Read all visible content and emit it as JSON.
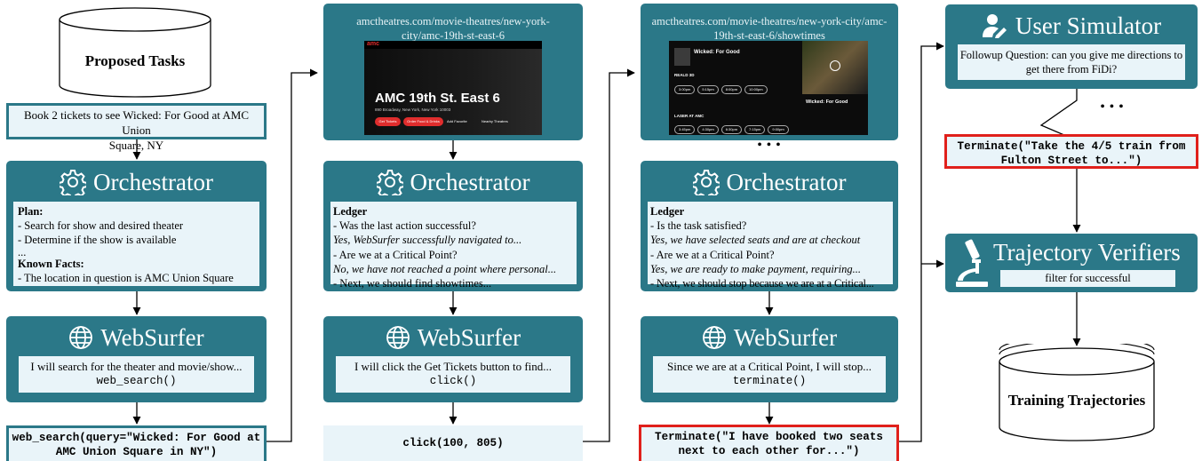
{
  "proposed_tasks": {
    "label": "Proposed Tasks"
  },
  "task": {
    "text_line1": "Book 2 tickets to see Wicked: For Good at AMC Union",
    "text_line2": "Square, NY"
  },
  "orchestrator_title": "Orchestrator",
  "websurfer_title": "WebSurfer",
  "col1": {
    "plan_label": "Plan:",
    "plan_lines": [
      "- Search for show and desired theater",
      "- Determine if the show is available",
      "..."
    ],
    "facts_label": "Known Facts:",
    "facts_lines": [
      "- The location in question is AMC Union Square"
    ],
    "websurfer_text": "I will search for the theater and movie/show...",
    "websurfer_code": "web_search()",
    "action_line1": "web_search(query=\"Wicked: For Good at",
    "action_line2": "AMC Union Square in NY\")"
  },
  "col2": {
    "url_line1": "amctheatres.com/movie-theatres/new-york-",
    "url_line2": "city/amc-19th-st-east-6",
    "screenshot": {
      "logo": "amc",
      "heading": "AMC 19th St. East 6",
      "address": "890 Broadway, New York, New York 10003",
      "btn1": "Get Tickets",
      "btn2": "Order Food & Drinks",
      "btn3": "Add Favorite",
      "btn4": "Nearby Theatres"
    },
    "ledger_label": "Ledger",
    "ledger_lines": [
      {
        "text": "- Was the last action successful?",
        "italic": false
      },
      {
        "text": "Yes, WebSurfer successfully navigated to...",
        "italic": true
      },
      {
        "text": "- Are we at a Critical Point?",
        "italic": false
      },
      {
        "text": "No, we have not reached a point where personal...",
        "italic": true
      },
      {
        "text": "- Next, we should find showtimes...",
        "italic": false
      }
    ],
    "websurfer_text": "I will click the Get Tickets button to find...",
    "websurfer_code": "click()",
    "action": "click(100, 805)"
  },
  "col3": {
    "url_line1": "amctheatres.com/movie-theatres/new-york-city/amc-",
    "url_line2": "19th-st-east-6/showtimes",
    "screenshot": {
      "movie_title": "Wicked: For Good",
      "format1": "REALD 3D",
      "format2": "LASER AT AMC",
      "times1": [
        "3:00pm",
        "5:15pm",
        "8:00pm",
        "10:00pm"
      ],
      "times2": [
        "3:45pm",
        "4:30pm",
        "6:30pm",
        "7:15pm",
        "9:00pm"
      ],
      "side_title": "Wicked: For Good"
    },
    "ellipsis": "• • •",
    "ledger_label": "Ledger",
    "ledger_lines": [
      {
        "text": "- Is the task satisfied?",
        "italic": false
      },
      {
        "text": "Yes, we have selected seats and are at checkout",
        "italic": true
      },
      {
        "text": "- Are we at a Critical Point?",
        "italic": false
      },
      {
        "text": "Yes, we are ready to make payment, requiring...",
        "italic": true
      },
      {
        "text": "- Next, we should stop because we are at a Critical...",
        "italic": false
      }
    ],
    "websurfer_text": "Since we are at a Critical Point, I will stop...",
    "websurfer_code": "terminate()",
    "action_line1": "Terminate(\"I have booked two seats",
    "action_line2": "next to each other for...\")"
  },
  "col4": {
    "user_sim_title": "User Simulator",
    "followup_line1": "Followup Question: can you give me directions to",
    "followup_line2": "get there from FiDi?",
    "ellipsis": "• • •",
    "terminate_line1": "Terminate(\"Take the 4/5 train from",
    "terminate_line2": "Fulton Street to...\")",
    "verifier_title": "Trajectory Verifiers",
    "verifier_sub": "filter for successful",
    "training_label": "Training Trajectories"
  },
  "colors": {
    "teal": "#2b7888",
    "light": "#e9f4f9",
    "red": "#e0201b"
  }
}
